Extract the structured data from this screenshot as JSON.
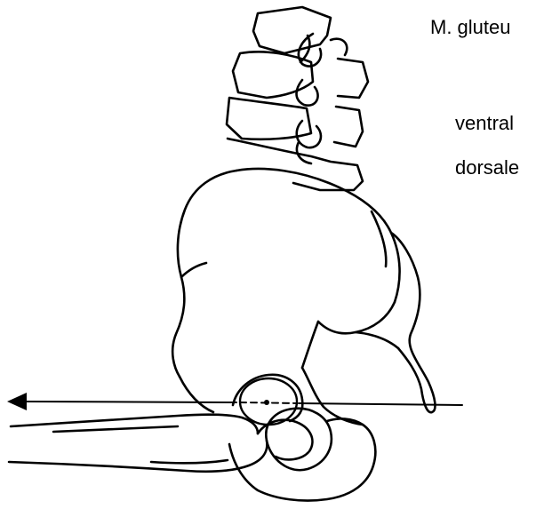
{
  "labels": {
    "muscle": "M. gluteu",
    "ventral": "ventral",
    "dorsal": "dorsale"
  },
  "figure": {
    "subject": "pelvis-and-lumbar-spine-lateral-view",
    "line_color": "#000000",
    "background": "#ffffff"
  }
}
